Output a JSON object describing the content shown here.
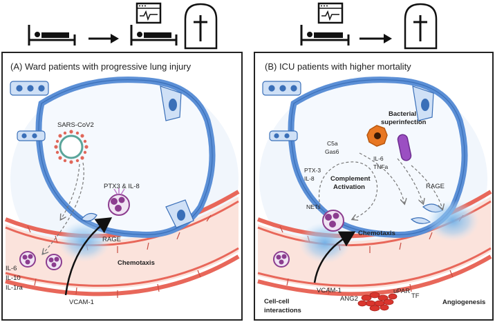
{
  "panels": {
    "a": {
      "title": "(A) Ward patients with progressive lung injury",
      "labels": {
        "virus": "SARS-CoV2",
        "ptx3_il8": "PTX3 & IL-8",
        "rage": "RAGE",
        "chemotaxis": "Chemotaxis",
        "il6": "IL-6",
        "il10": "IL-10",
        "il1ra": "IL-1ra",
        "vcam1": "VCAM-1"
      }
    },
    "b": {
      "title": "(B) ICU patients with higher mortality",
      "labels": {
        "bacterial_1": "Bacterial",
        "bacterial_2": "superinfection",
        "c5a": "C5a",
        "gas6": "Gas6",
        "ptx3": "PTX-3",
        "il8": "IL-8",
        "il6": "IL-6",
        "tnfa": "TNFa",
        "complement_1": "Complement",
        "complement_2": "Activation",
        "nets": "NETs",
        "rage": "RAGE",
        "chemotaxis": "Chemotaxis",
        "vcam1": "VCAM-1",
        "ang2": "ANG2",
        "upar": "uPAR",
        "tf": "TF",
        "cellcell_1": "Cell-cell",
        "cellcell_2": "interactions",
        "angiogenesis": "Angiogenesis"
      }
    }
  },
  "icons": {
    "bed": "hospital-bed-icon",
    "monitor": "ecg-monitor-icon",
    "arrow": "right-arrow-icon",
    "tombstone": "tombstone-cross-icon"
  },
  "colors": {
    "vessel_red": "#e8675a",
    "vessel_fill": "#fbe3dc",
    "alveolus_blue": "#5b8fd6",
    "alveolus_fill": "#f3f7fd",
    "inflammation": "#7fb6e6",
    "neutrophil": "#8c3d8f",
    "virus": "#5aa59a",
    "bacteria_orange": "#e87722",
    "bacteria_purple": "#9b4fc2"
  }
}
